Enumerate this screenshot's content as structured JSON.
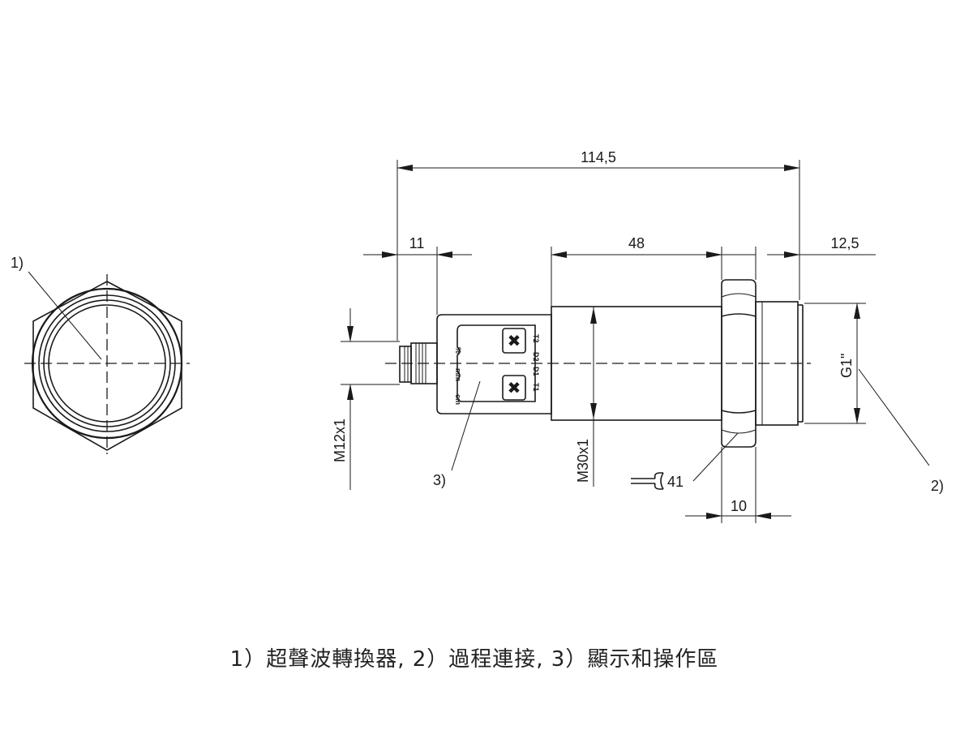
{
  "dimensions": {
    "total_length": "114,5",
    "plug_length": "11",
    "body_length": "48",
    "thread_length": "12,5",
    "nut_width": "10",
    "plug_thread": "M12x1",
    "body_thread": "M30x1",
    "process_thread": "G1\"",
    "wrench_size": "41"
  },
  "callouts": {
    "c1": "1)",
    "c2": "2)",
    "c3": "3)"
  },
  "display_labels": {
    "cm": "cm",
    "mm": "mm",
    "percent": "%",
    "t1": "T1",
    "d1": "D1",
    "d2": "D2",
    "t2": "T2"
  },
  "caption": {
    "text": "1）超聲波轉換器, 2）過程連接, 3）顯示和操作區"
  }
}
